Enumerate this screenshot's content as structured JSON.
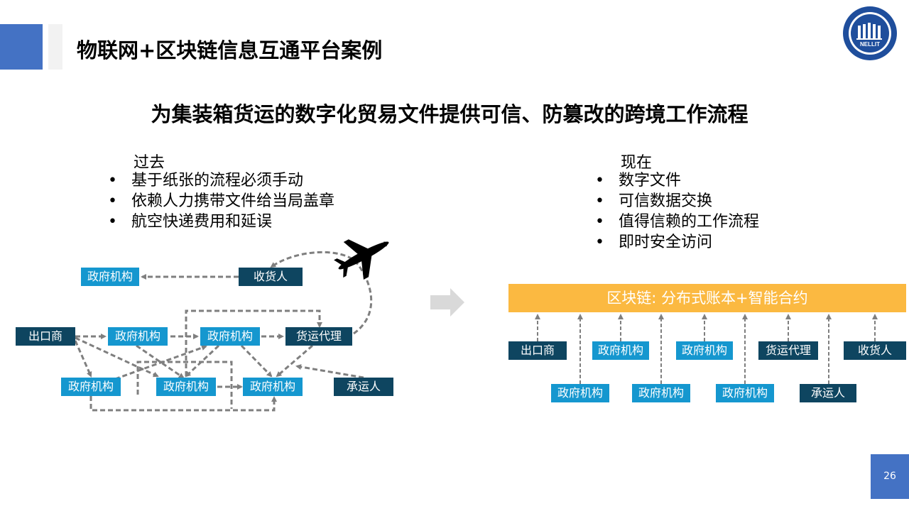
{
  "header": {
    "title": "物联网+区块链信息互通平台案例",
    "logo_text": "NELLIT"
  },
  "subtitle": "为集装箱货运的数字化贸易文件提供可信、防篡改的跨境工作流程",
  "past": {
    "heading": "过去",
    "items": [
      "基于纸张的流程必须手动",
      "依赖人力携带文件给当局盖章",
      "航空快递费用和延误"
    ]
  },
  "present": {
    "heading": "现在",
    "items": [
      "数字文件",
      "可信数据交换",
      "值得信赖的工作流程",
      "即时安全访问"
    ]
  },
  "old_diagram": {
    "gov_top": "政府机构",
    "consignee": "收货人",
    "exporter": "出口商",
    "gov_row1_a": "政府机构",
    "gov_row1_b": "政府机构",
    "freight_agent": "货运代理",
    "gov_row2_a": "政府机构",
    "gov_row2_b": "政府机构",
    "gov_row2_c": "政府机构",
    "carrier": "承运人",
    "plane_icon": "airplane-icon"
  },
  "new_diagram": {
    "chain_label": "区块链: 分布式账本+智能合约",
    "top_row": [
      "出口商",
      "政府机构",
      "政府机构",
      "货运代理",
      "收货人"
    ],
    "bottom_row": [
      "政府机构",
      "政府机构",
      "政府机构",
      "承运人"
    ]
  },
  "transition_icon": "right-arrow-icon",
  "page_number": "26",
  "colors": {
    "accent": "#4472c4",
    "box_light": "#1597cf",
    "box_dark": "#0e4560",
    "chain": "#fbb941",
    "arrow": "#7f7f7f"
  }
}
